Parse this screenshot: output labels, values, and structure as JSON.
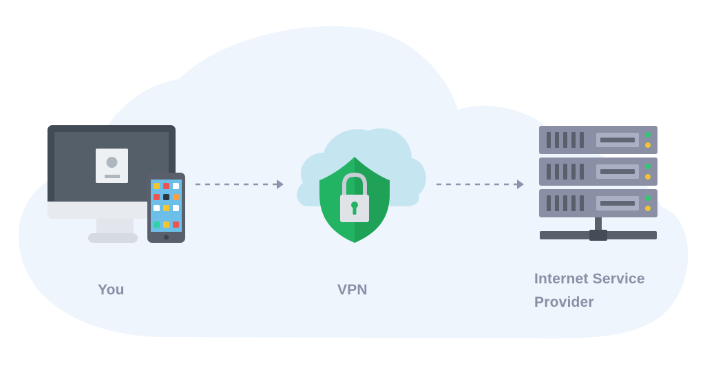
{
  "nodes": {
    "you": {
      "label": "You",
      "icon": "computer-and-phone-icon"
    },
    "vpn": {
      "label": "VPN",
      "icon": "shield-lock-icon"
    },
    "isp": {
      "label_line1": "Internet Service",
      "label_line2": "Provider",
      "icon": "server-rack-icon"
    }
  },
  "edges": [
    {
      "from": "you",
      "to": "vpn",
      "style": "dashed-arrow"
    },
    {
      "from": "vpn",
      "to": "isp",
      "style": "dashed-arrow"
    }
  ],
  "colors": {
    "cloud_background": "#eef5fd",
    "label_text": "#8a8fa6",
    "arrow": "#8e93aa",
    "shield_green": "#22b462",
    "vpn_cloud": "#c5e6f1",
    "server_body": "#8a8fa6"
  }
}
